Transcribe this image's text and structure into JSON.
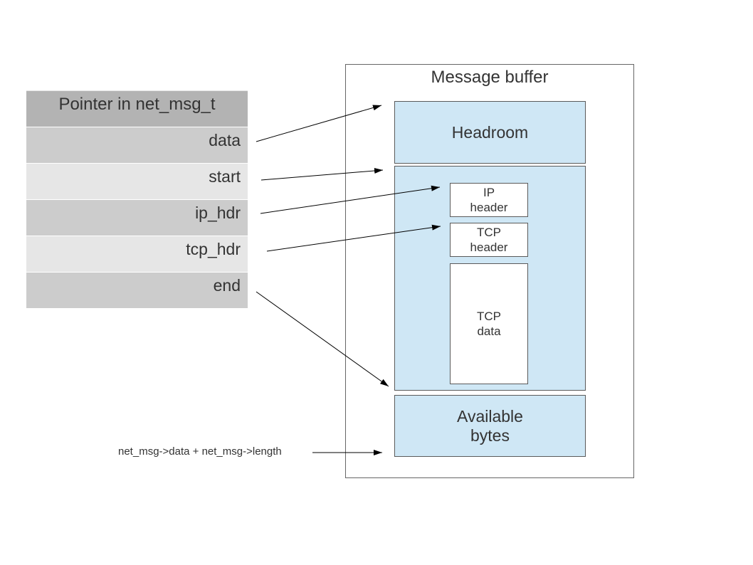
{
  "pointer_table": {
    "title": "Pointer in net_msg_t",
    "rows": [
      "data",
      "start",
      "ip_hdr",
      "tcp_hdr",
      "end"
    ]
  },
  "buffer": {
    "title": "Message buffer",
    "headroom": "Headroom",
    "ip_header": [
      "IP",
      "header"
    ],
    "tcp_header": [
      "TCP",
      "header"
    ],
    "tcp_data": [
      "TCP",
      "data"
    ],
    "available": [
      "Available",
      "bytes"
    ]
  },
  "note": "net_msg->data + net_msg->length",
  "colors": {
    "table_header": "#b3b3b3",
    "row_dark": "#cccccc",
    "row_light": "#e6e6e6",
    "buffer_fill": "#cfe7f5"
  }
}
